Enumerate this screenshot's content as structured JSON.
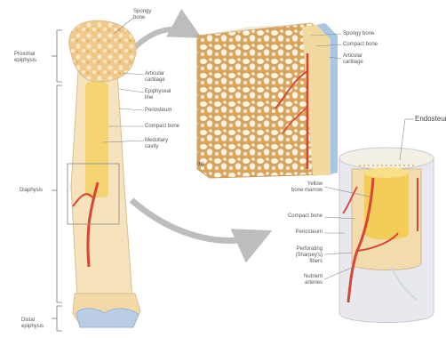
{
  "labels": {
    "proximal_epiphysis": "Proximal\nepiphysis",
    "diaphysis": "Diaphysis",
    "distal_epiphysis": "Distal\nepiphysis",
    "spongy_bone_a": "Spongy\nbone",
    "articular_cartilage_a": "Articular\ncartilage",
    "epiphyseal_line": "Epiphyseal\nline",
    "periosteum_a": "Periosteum",
    "compact_bone_a": "Compact bone",
    "medullary_cavity": "Medullary\ncavity",
    "spongy_bone_b": "Spongy bone",
    "compact_bone_b": "Compact bone",
    "articular_cartilage_b": "Articular\ncartilage",
    "panel_b": "(b)",
    "endosteum": "Endosteum",
    "yellow_bone_marrow": "Yellow\nbone marrow",
    "compact_bone_c": "Compact bone",
    "periosteum_c": "Periosteum",
    "perforating_fibers": "Perforating\n(Sharpey's)\nfibers",
    "nutrient_arteries": "Nutrient\narteries"
  },
  "colors": {
    "bone": "#f3d9a6",
    "bone_shaft": "#f6e3bc",
    "marrow": "#f3cd58",
    "spongy": "#d9a35c",
    "cartilage": "#b9cde6",
    "artery": "#d64535",
    "periosteum": "#e7e9ef",
    "arrow": "#bdbdbd",
    "leader": "#888888"
  }
}
